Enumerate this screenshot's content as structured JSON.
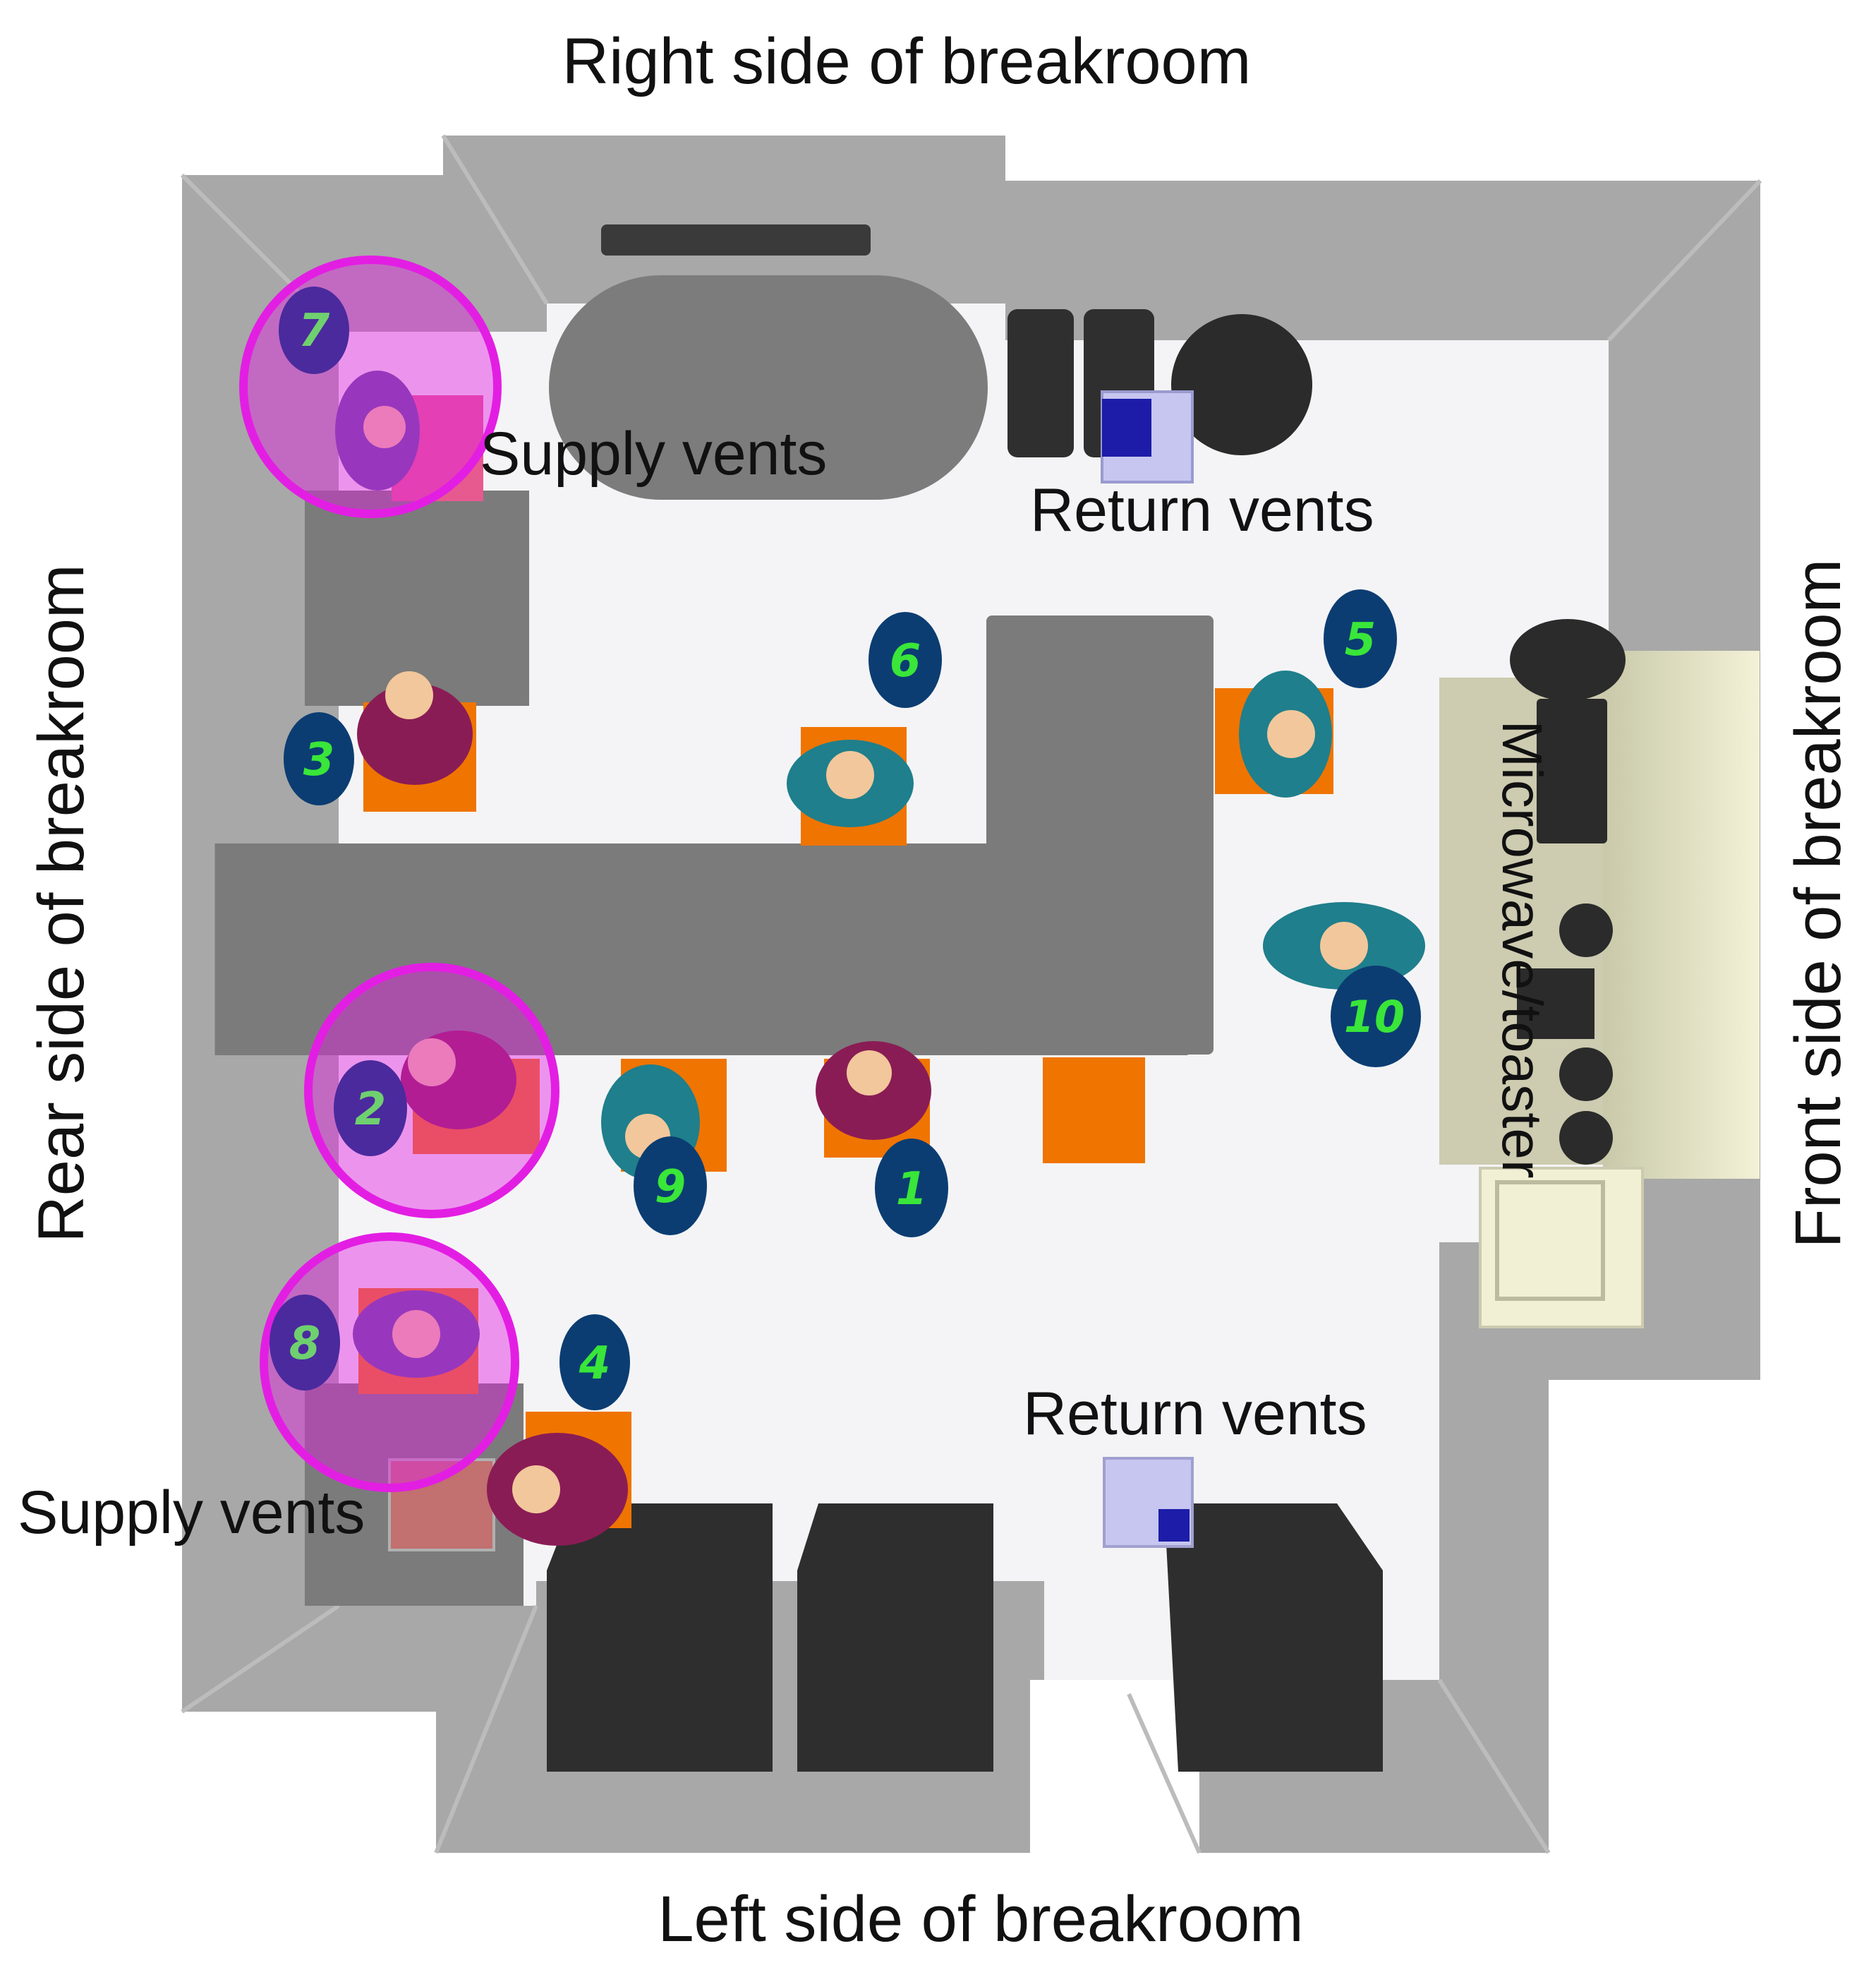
{
  "labels": {
    "right_side": "Right side of breakroom",
    "left_side": "Left side of breakroom",
    "rear_side": "Rear side of breakroom",
    "front_side": "Front side of breakroom",
    "supply_vents_top": "Supply vents",
    "supply_vents_bottom": "Supply vents",
    "return_vents_top": "Return vents",
    "return_vents_bottom": "Return vents",
    "microwave_toaster": "Microwave/toaster"
  },
  "occupants": {
    "p1": "1",
    "p2": "2",
    "p3": "3",
    "p4": "4",
    "p5": "5",
    "p6": "6",
    "p7": "7",
    "p8": "8",
    "p9": "9",
    "p10": "10"
  },
  "colors": {
    "wall": "#a7a7a7",
    "floor": "#f4f4f6",
    "table": "#808080",
    "dark_furniture": "#323232",
    "chair": "#f07400",
    "badge": "#0b3d72",
    "badge_text": "#39e639",
    "highlight_ring": "#e31ee3",
    "vent_blue": "#1c1ca8",
    "counter": "#f1efd3"
  }
}
